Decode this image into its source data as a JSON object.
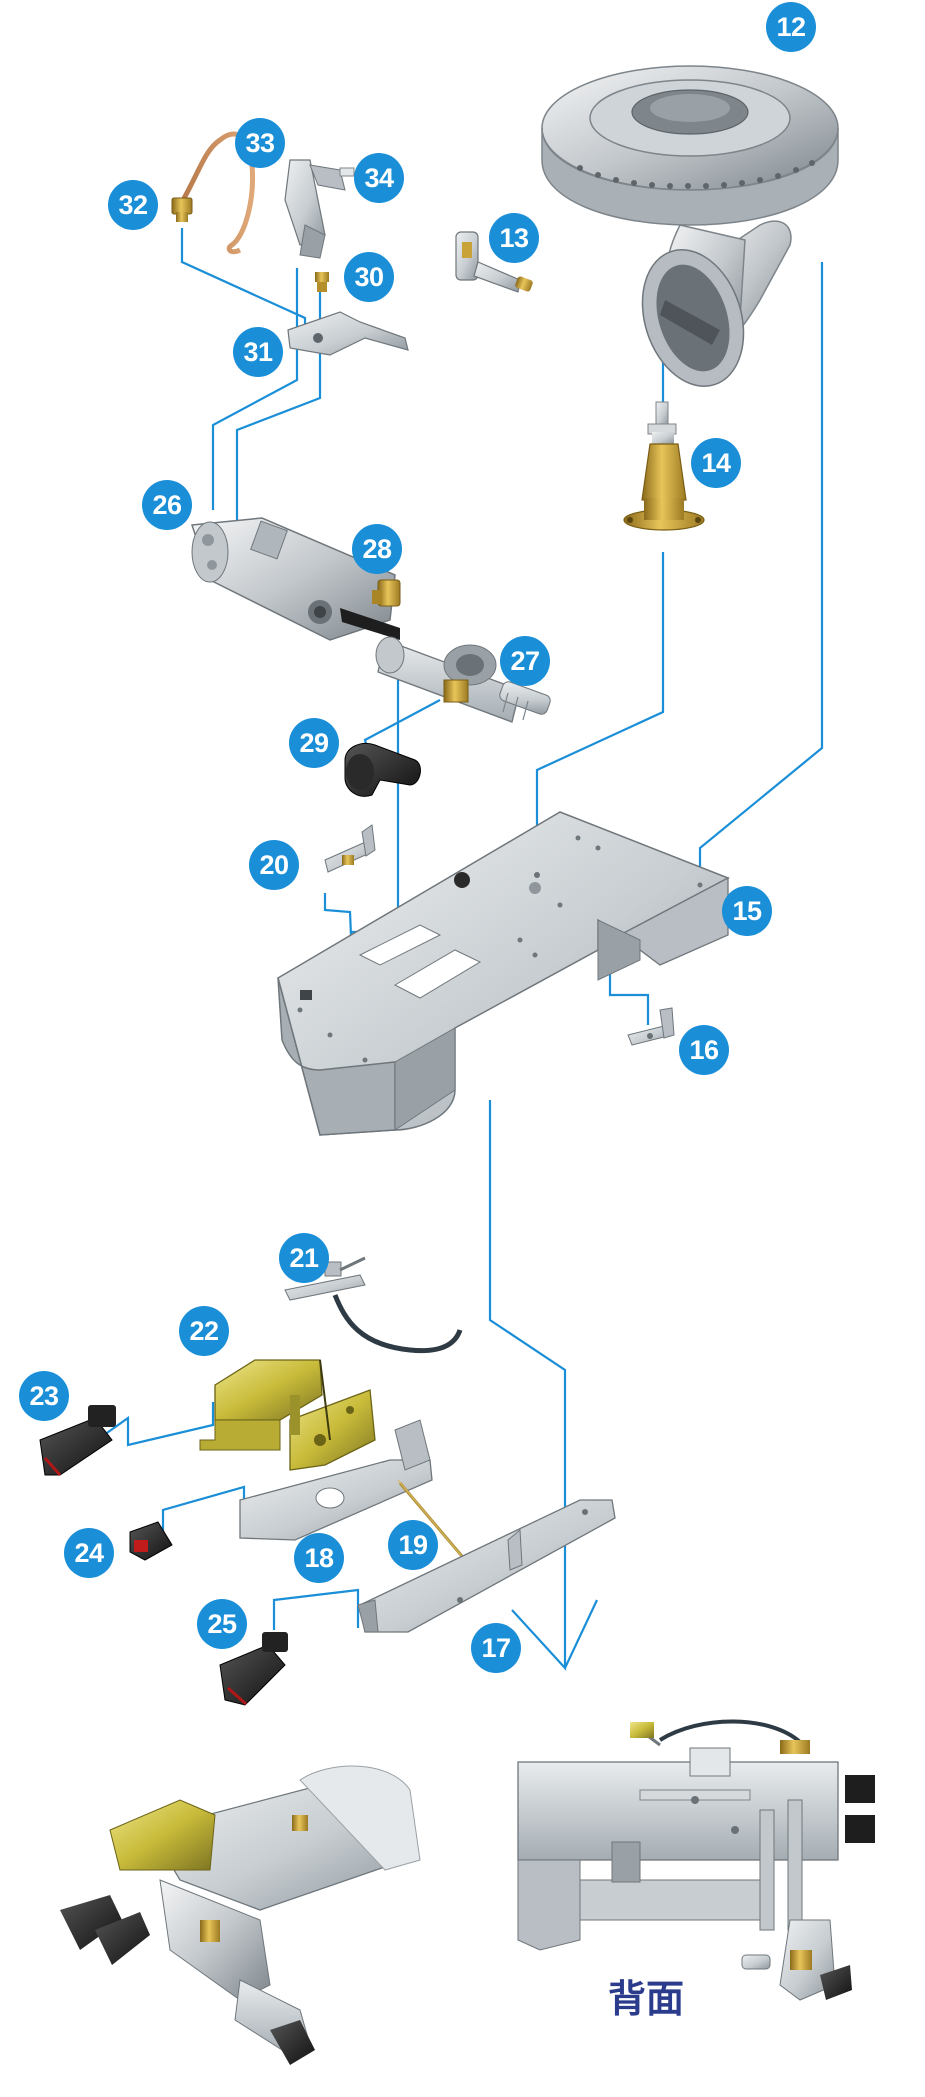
{
  "diagram": {
    "kind": "exploded parts diagram - gas burner valve assembly",
    "callouts": [
      {
        "label": "12",
        "part": "burner-head"
      },
      {
        "label": "13",
        "part": "nozzle-elbow"
      },
      {
        "label": "14",
        "part": "injector-nozzle"
      },
      {
        "label": "15",
        "part": "base-frame"
      },
      {
        "label": "16",
        "part": "small-bracket"
      },
      {
        "label": "17",
        "part": "lower-rail-bracket"
      },
      {
        "label": "18",
        "part": "switch-mount-plate"
      },
      {
        "label": "19",
        "part": "spring-pin"
      },
      {
        "label": "20",
        "part": "angle-bracket"
      },
      {
        "label": "21",
        "part": "thermocouple-lever"
      },
      {
        "label": "22",
        "part": "valve-bracket"
      },
      {
        "label": "23",
        "part": "push-button"
      },
      {
        "label": "24",
        "part": "micro-switch"
      },
      {
        "label": "25",
        "part": "push-button-2"
      },
      {
        "label": "26",
        "part": "gas-valve-body"
      },
      {
        "label": "27",
        "part": "valve-outlet-pipe"
      },
      {
        "label": "28",
        "part": "brass-fitting"
      },
      {
        "label": "29",
        "part": "control-knob"
      },
      {
        "label": "30",
        "part": "small-nut"
      },
      {
        "label": "31",
        "part": "mounting-plate"
      },
      {
        "label": "32",
        "part": "copper-pipe"
      },
      {
        "label": "33",
        "part": "ignition-bracket"
      },
      {
        "label": "34",
        "part": "electrode-holder"
      }
    ],
    "back_view_caption": "背面",
    "colors": {
      "callout": "#1a8fd8",
      "leader_line": "#1a8fd8",
      "caption": "#2c3c8c",
      "metal_light": "#d9dde0",
      "metal_dark": "#8f979d",
      "brass": "#c9a23a",
      "yellow_zinc": "#c8bb3a",
      "black_plastic": "#1e1e1e"
    }
  }
}
